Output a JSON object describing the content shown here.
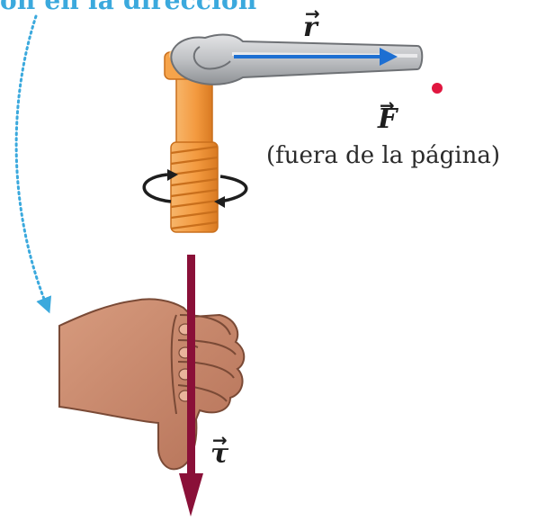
{
  "caption": "ón en la dirección",
  "labels": {
    "r": "r",
    "F": "F",
    "tau": "τ",
    "vector_arrow": "→",
    "f_note": "(fuera de la página)"
  },
  "colors": {
    "caption_blue": "#3ba9dd",
    "position_arrow": "#1d6fd2",
    "torque_arrow": "#8a1038",
    "force_dot": "#e0163f",
    "bolt_orange": "#f39a3f",
    "wrench_gray": "#b9bbbe",
    "skin": "#c9886a"
  },
  "icons": {
    "wrench": "wrench-icon",
    "bolt": "bolt-icon",
    "rotation": "rotation-arrow-icon",
    "hand": "right-hand-icon"
  }
}
